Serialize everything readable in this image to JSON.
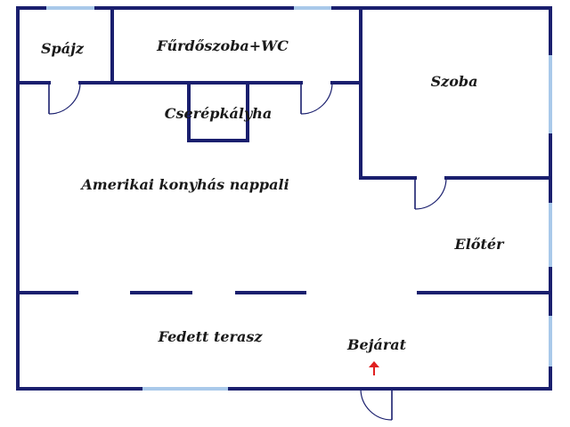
{
  "rooms": {
    "pantry": "Spájz",
    "bathroom": "Fűrdőszoba+WC",
    "bedroom": "Szoba",
    "stove": "Cserépkályha",
    "living": "Amerikai konyhás nappali",
    "hall": "Előtér",
    "terrace": "Fedett terasz",
    "entrance": "Bejárat"
  },
  "colors": {
    "wall": "#1a1f6e",
    "window": "#a9c9ea",
    "entrance_arrow": "#e02020",
    "label": "#1a1a1a"
  },
  "icons": {
    "entrance_marker": "arrow-up-icon"
  }
}
